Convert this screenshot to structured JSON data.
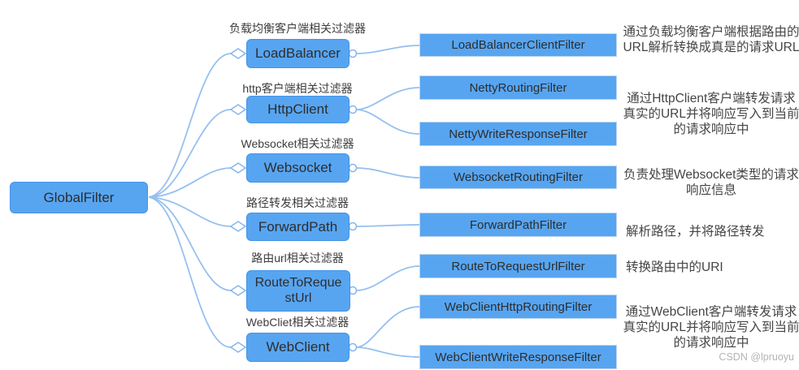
{
  "root": {
    "label": "GlobalFilter"
  },
  "branches": [
    {
      "id": "loadbalancer",
      "category_label": "负载均衡客户端相关过滤器",
      "node": "LoadBalancer",
      "filters": [
        {
          "name": "LoadBalancerClientFilter"
        }
      ],
      "description": "通过负载均衡客户端根据路由的URL解析转换成真是的请求URL"
    },
    {
      "id": "httpclient",
      "category_label": "http客户端相关过滤器",
      "node": "HttpClient",
      "filters": [
        {
          "name": "NettyRoutingFilter"
        },
        {
          "name": "NettyWriteResponseFilter"
        }
      ],
      "description": "通过HttpClient客户端转发请求真实的URL并将响应写入到当前的请求响应中"
    },
    {
      "id": "websocket",
      "category_label": "Websocket相关过滤器",
      "node": "Websocket",
      "filters": [
        {
          "name": "WebsocketRoutingFilter"
        }
      ],
      "description": "负责处理Websocket类型的请求响应信息"
    },
    {
      "id": "forwardpath",
      "category_label": "路径转发相关过滤器",
      "node": "ForwardPath",
      "filters": [
        {
          "name": "ForwardPathFilter"
        }
      ],
      "description": "解析路径，并将路径转发"
    },
    {
      "id": "routetorequesturl",
      "category_label": "路由url相关过滤器",
      "node": "RouteToRequestUrl",
      "filters": [
        {
          "name": "RouteToRequestUrlFilter"
        }
      ],
      "description": "转换路由中的URI"
    },
    {
      "id": "webclient",
      "category_label": "WebCliet相关过滤器",
      "node": "WebClient",
      "filters": [
        {
          "name": "WebClientHttpRoutingFilter"
        },
        {
          "name": "WebClientWriteResponseFilter"
        }
      ],
      "description": "通过WebClient客户端转发请求真实的URL并将响应写入到当前的请求响应中"
    }
  ],
  "watermark": "CSDN @lpruoyu",
  "colors": {
    "node_fill": "#57a5f1",
    "node_border": "#4493e6",
    "connector_line": "#96c0ef",
    "text_dark": "#2d2d2d",
    "description_text": "#454545",
    "watermark_text": "#b4b4b4"
  }
}
